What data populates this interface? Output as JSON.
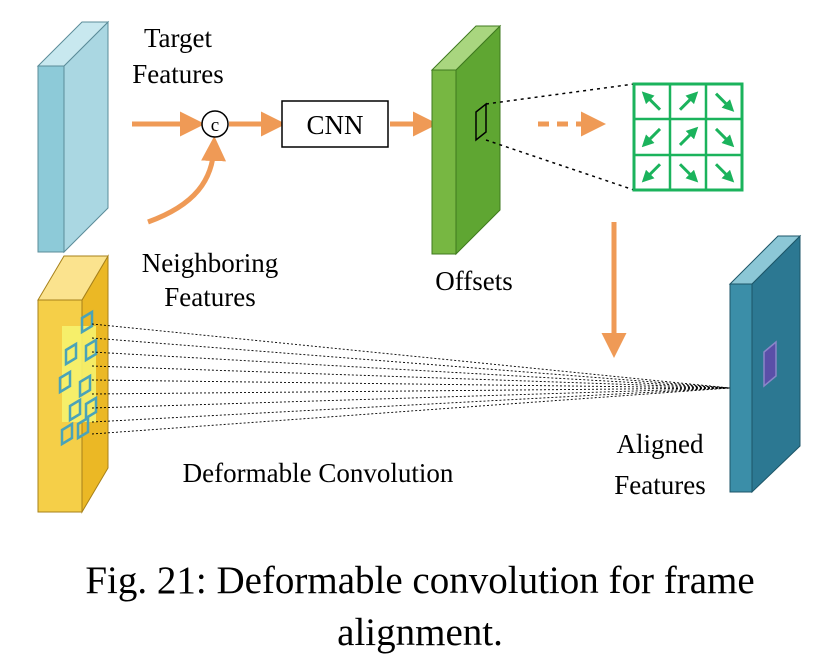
{
  "diagram": {
    "labels": {
      "target": [
        "Target",
        "Features"
      ],
      "neighboring": [
        "Neighboring",
        "Features"
      ],
      "concat_symbol": "c",
      "cnn": "CNN",
      "offsets": "Offsets",
      "deformable": "Deformable Convolution",
      "aligned": [
        "Aligned",
        "Features"
      ]
    },
    "caption": [
      "Fig. 21: Deformable convolution for frame",
      "alignment."
    ],
    "offset_grid_arrows": [
      "up-left",
      "up-right",
      "down-right",
      "down-left",
      "up-right",
      "down-right",
      "down-left",
      "down-right",
      "down-right"
    ],
    "colors": {
      "target_front": "#8dcad8",
      "target_side": "#aad7e2",
      "target_top": "#c8e8ef",
      "offsets_front": "#77b742",
      "offsets_side": "#5fa632",
      "offsets_top": "#a9d67f",
      "neighbor_front": "#f5cf48",
      "neighbor_side": "#ebb825",
      "neighbor_top": "#fbe38e",
      "aligned_front": "#3b8ea8",
      "aligned_side": "#2c7892",
      "aligned_top": "#8cc7d6",
      "arrow": "#ef9a56",
      "grid": "#1bb35c",
      "kernel_box": "#4aa3b8",
      "highlight": "#f6f26e",
      "center_patch": "#5a4fa8"
    }
  }
}
